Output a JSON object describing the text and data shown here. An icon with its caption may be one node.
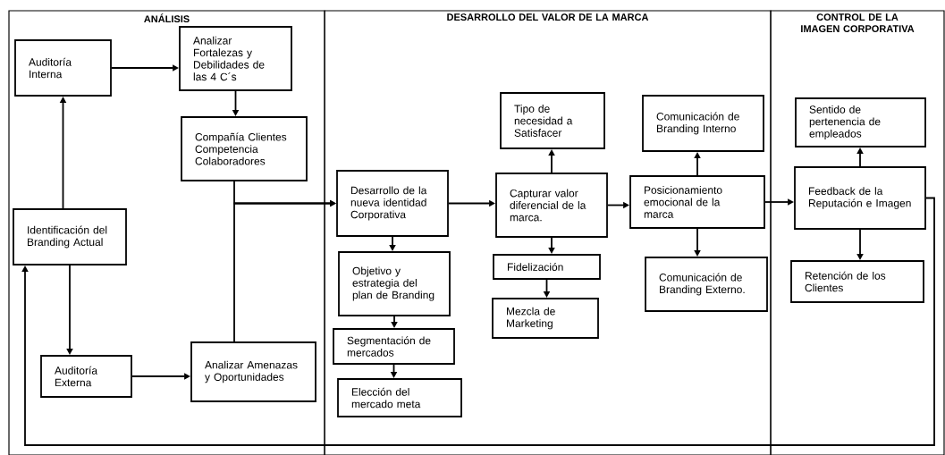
{
  "diagram": {
    "nodes": [
      {
        "text": [
          "ANÁLISIS"
        ]
      },
      {
        "text": [
          "DESARROLLO DEL VALOR DE LA MARCA"
        ]
      },
      {
        "text": [
          "CONTROL DE LA IMAGEN CORPORATIVA"
        ]
      },
      {
        "text": [
          "Auditoría Interna"
        ],
        "in": 0
      },
      {
        "text": [
          "Analizar Fortalezas y Debilidades de las 4 C´s"
        ],
        "in": 0
      },
      {
        "text": [
          "Compañía Clientes Competencia Colaboradores"
        ],
        "in": 0
      },
      {
        "text": [
          "Identificación del Branding Actual"
        ],
        "in": 0
      },
      {
        "text": [
          "Auditoría Externa"
        ],
        "in": 0
      },
      {
        "text": [
          "Analizar Amenazas y Oportunidades"
        ],
        "in": 0
      },
      {
        "text": [
          "Desarrollo de la nueva identidad Corporativa"
        ],
        "in": 1
      },
      {
        "text": [
          "Objetivo y estrategia del plan de Branding"
        ],
        "in": 1
      },
      {
        "text": [
          "Segmentación de mercados"
        ],
        "in": 1
      },
      {
        "text": [
          "Elección del mercado meta"
        ],
        "in": 1
      },
      {
        "text": [
          "Tipo de necesidad a Satisfacer"
        ],
        "in": 1
      },
      {
        "text": [
          "Capturar valor diferencial de la marca."
        ],
        "in": 1
      },
      {
        "text": [
          "Fidelización"
        ],
        "in": 1
      },
      {
        "text": [
          "Mezcla de Marketing"
        ],
        "in": 1
      },
      {
        "text": [
          "Comunicación de Branding Interno"
        ],
        "in": 1
      },
      {
        "text": [
          "Posicionamiento emocional de la marca"
        ],
        "in": 1
      },
      {
        "text": [
          "Comunicación de Branding Externo."
        ],
        "in": 1
      },
      {
        "text": [
          "Sentido de pertenencia de empleados"
        ],
        "in": 2
      },
      {
        "text": [
          "Feedback de la Reputación e Imagen"
        ],
        "in": 2
      },
      {
        "text": [
          "Retención de los Clientes"
        ],
        "in": 2
      }
    ],
    "edges": [
      {
        "from": 6,
        "to": 3,
        "arrow": "to"
      },
      {
        "from": 6,
        "to": 7,
        "arrow": "to"
      },
      {
        "from": 3,
        "to": 4,
        "arrow": "to"
      },
      {
        "from": 4,
        "to": 5,
        "arrow": "to"
      },
      {
        "from": 7,
        "to": 8,
        "arrow": "to"
      },
      {
        "from": 5,
        "to": 9,
        "arrow": "to"
      },
      {
        "from": 8,
        "to": 9,
        "arrow": "to"
      },
      {
        "from": 9,
        "to": 10,
        "arrow": "to"
      },
      {
        "from": 10,
        "to": 11,
        "arrow": "to"
      },
      {
        "from": 11,
        "to": 12,
        "arrow": "to"
      },
      {
        "from": 9,
        "to": 14,
        "arrow": "to"
      },
      {
        "from": 14,
        "to": 13,
        "arrow": "to"
      },
      {
        "from": 14,
        "to": 15,
        "arrow": "to"
      },
      {
        "from": 15,
        "to": 16,
        "arrow": "to"
      },
      {
        "from": 14,
        "to": 18,
        "arrow": "to"
      },
      {
        "from": 18,
        "to": 17,
        "arrow": "to"
      },
      {
        "from": 18,
        "to": 19,
        "arrow": "to"
      },
      {
        "from": 18,
        "to": 21,
        "arrow": "to"
      },
      {
        "from": 21,
        "to": 20,
        "arrow": "to"
      },
      {
        "from": 21,
        "to": 22,
        "arrow": "to"
      },
      {
        "from": 21,
        "to": 6,
        "arrow": "to"
      }
    ]
  }
}
